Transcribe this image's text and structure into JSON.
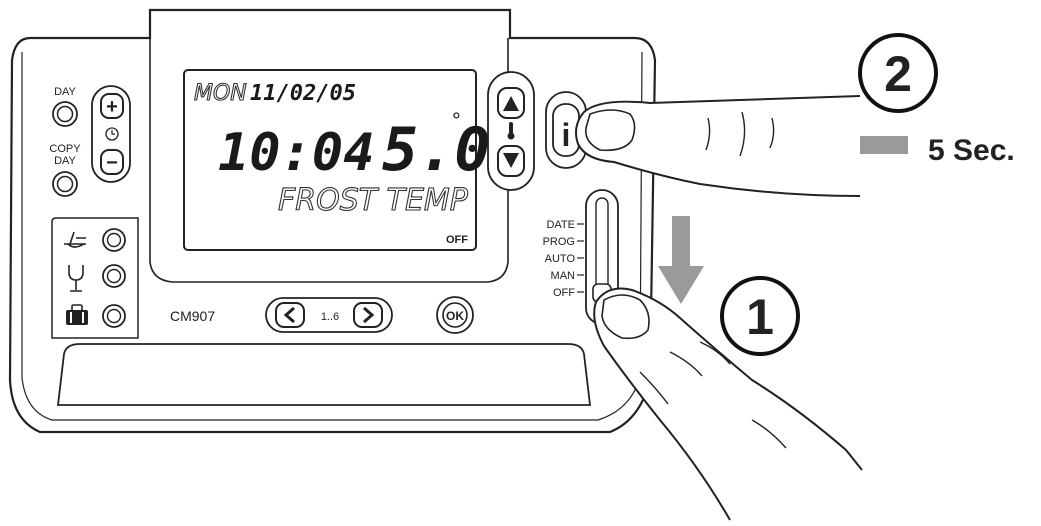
{
  "device": {
    "model": "CM907",
    "buttons": {
      "day": "DAY",
      "copy_day_line1": "COPY",
      "copy_day_line2": "DAY",
      "plus": "+",
      "minus": "−",
      "ok": "OK",
      "nav_range": "1..6",
      "info": "i"
    },
    "display": {
      "day_of_week": "MON",
      "date": "11/02/05",
      "time": "10:04",
      "temperature": "5.0",
      "degree_symbol": "°",
      "mode_text": "FROST  TEMP",
      "status": "OFF"
    },
    "slider": {
      "positions": [
        "DATE",
        "PROG",
        "AUTO",
        "MAN",
        "OFF"
      ],
      "selected": "OFF"
    },
    "holiday_icons": [
      "chair-icon",
      "glass-icon",
      "suitcase-icon"
    ]
  },
  "annotations": {
    "step1": "1",
    "step2": "2",
    "hold_duration": "5 Sec."
  },
  "colors": {
    "outline": "#222222",
    "arrow": "#9a9a9a",
    "lcd_bg": "#ffffff"
  }
}
